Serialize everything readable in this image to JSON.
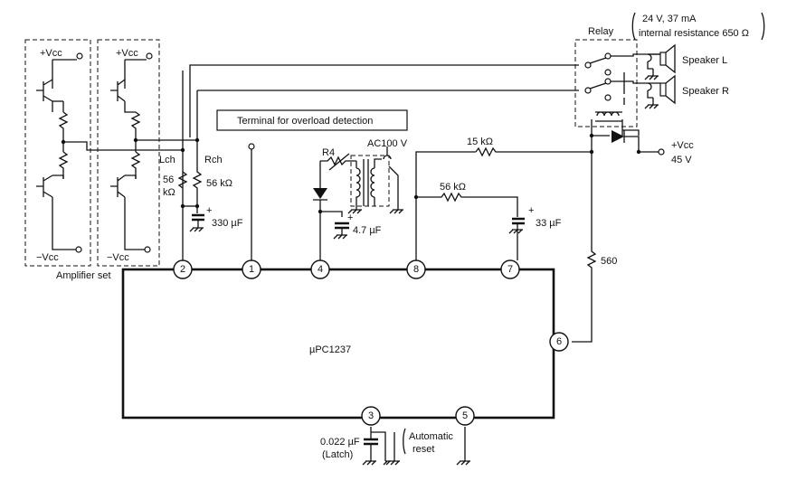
{
  "ic": {
    "name": "µPC1237"
  },
  "pins": [
    {
      "id": "pin-2",
      "num": "2"
    },
    {
      "id": "pin-1",
      "num": "1"
    },
    {
      "id": "pin-4",
      "num": "4"
    },
    {
      "id": "pin-8",
      "num": "8"
    },
    {
      "id": "pin-7",
      "num": "7"
    },
    {
      "id": "pin-6",
      "num": "6"
    },
    {
      "id": "pin-3",
      "num": "3"
    },
    {
      "id": "pin-5",
      "num": "5"
    }
  ],
  "amplifier": {
    "vcc_pos_1": "+Vcc",
    "vcc_neg_1": "−Vcc",
    "vcc_pos_2": "+Vcc",
    "vcc_neg_2": "−Vcc",
    "label": "Amplifier set"
  },
  "channels": {
    "left": "Lch",
    "right": "Rch"
  },
  "components": {
    "r_56k_left_a": "56",
    "r_56k_left_b": "kΩ",
    "r_56k_right": "56 kΩ",
    "c_330": "330 µF",
    "terminal_box": "Terminal for overload detection",
    "r4": "R4",
    "ac100": "AC100 V",
    "c_47": "4.7 µF",
    "r_15k": "15 kΩ",
    "r_56k_pin7": "56 kΩ",
    "c_33": "33 µF",
    "r_560": "560",
    "c_0022": "0.022 µF",
    "latch": "(Latch)",
    "auto_reset_a": "Automatic",
    "auto_reset_b": "reset"
  },
  "relay": {
    "label": "Relay",
    "spec_line1": "24 V, 37 mA",
    "spec_line2": "internal resistance 650 Ω"
  },
  "speakers": {
    "left": "Speaker L",
    "right": "Speaker R"
  },
  "supply": {
    "vcc": "+Vcc",
    "voltage": "45 V"
  }
}
